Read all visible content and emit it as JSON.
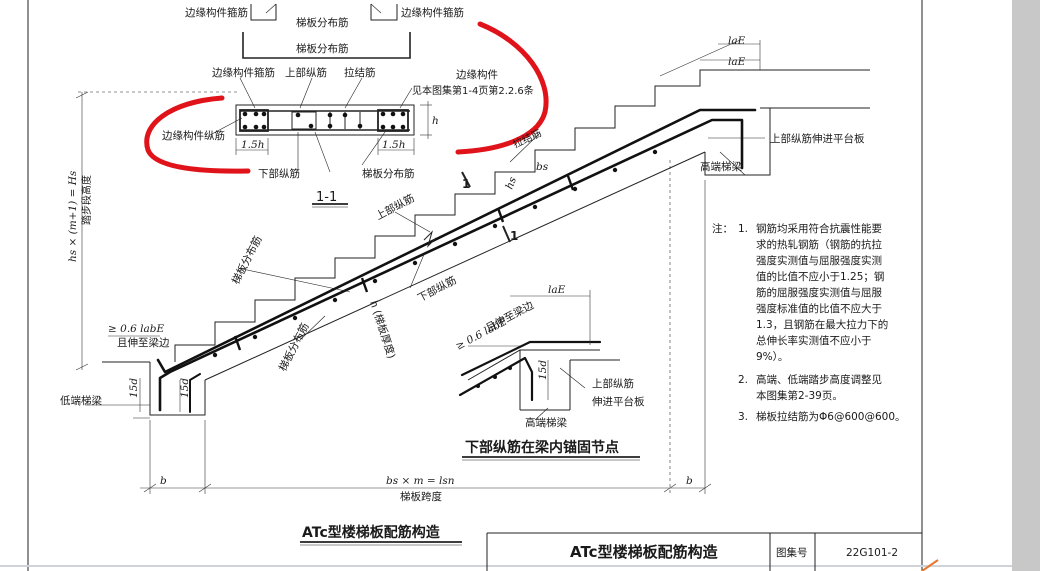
{
  "colors": {
    "ink": "#1a1a1a",
    "annotation_red": "#e0121a",
    "page_edge": "#c8c8c8",
    "orange_mark": "#e8772e"
  },
  "section": {
    "edge_stirrup_left": "边缘构件箍筋",
    "edge_stirrup_right": "边缘构件箍筋",
    "dist_bar_top": "梯板分布筋",
    "dist_bar_box": "梯板分布筋",
    "edge_stirrup_mid": "边缘构件箍筋",
    "top_long_bar": "上部纵筋",
    "tie_bar": "拉结筋",
    "edge_member": "边缘构件",
    "see_note": "见本图集第1-4页第2.2.6条",
    "edge_long_bar": "边缘构件纵筋",
    "h_label": "h",
    "dim_left": "1.5h",
    "dim_right": "1.5h",
    "bottom_long_bar": "下部纵筋",
    "dist_bar_bottom": "梯板分布筋",
    "section_title": "1-1"
  },
  "stair": {
    "height_label": "hs × (m+1) = Hs",
    "height_sub": "踏步段高度",
    "cut_1a": "1",
    "cut_1b": "1",
    "top_long_bar": "上部纵筋",
    "tie_bar_label": "拉结筋",
    "bs_label": "bs",
    "hs_label": "hs",
    "dist_bar_upper": "梯板分布筋",
    "bottom_long_bar": "下部纵筋",
    "h_slab": "h (梯板厚度)",
    "anchor_06": "≥ 0.6 labE",
    "extend_to_edge": "且伸至梁边",
    "dist_bar_lower": "梯板分布筋",
    "d15_left": "15d",
    "d15_left2": "15d",
    "low_beam": "低端梯梁",
    "l_aE1": "laE",
    "l_aE2": "laE",
    "top_bar_extend": "上部纵筋伸进平台板",
    "high_beam": "高端梯梁",
    "b_left": "b",
    "span_formula": "bs × m = lsn",
    "span_label": "梯板跨度",
    "b_right": "b"
  },
  "detail": {
    "l_aE": "laE",
    "anchor_06": "≥ 0.6 labE",
    "extend_to_edge": "且伸至梁边",
    "d15": "15d",
    "top_long_bar": "上部纵筋",
    "extend_platform": "伸进平台板",
    "high_beam": "高端梯梁",
    "caption": "下部纵筋在梁内锚固节点"
  },
  "notes": {
    "prefix": "注：",
    "n1_num": "1.",
    "n1_lines": [
      "钢筋均采用符合抗震性能要",
      "求的热轧钢筋（钢筋的抗拉",
      "强度实测值与屈服强度实测",
      "值的比值不应小于1.25；钢",
      "筋的屈服强度实测值与屈服",
      "强度标准值的比值不应大于",
      "1.3，且钢筋在最大拉力下的",
      "总伸长率实测值不应小于",
      "9%）。"
    ],
    "n2_num": "2.",
    "n2_lines": [
      "高端、低端踏步高度调整见",
      "本图集第2-39页。"
    ],
    "n3_num": "3.",
    "n3_lines": [
      "梯板拉结筋为Φ6@600@600。"
    ]
  },
  "title_block": {
    "drawing_title": "ATc型楼梯板配筋构造",
    "box_title": "ATc型楼梯板配筋构造",
    "atlas_label": "图集号",
    "atlas_no": "22G101-2"
  }
}
